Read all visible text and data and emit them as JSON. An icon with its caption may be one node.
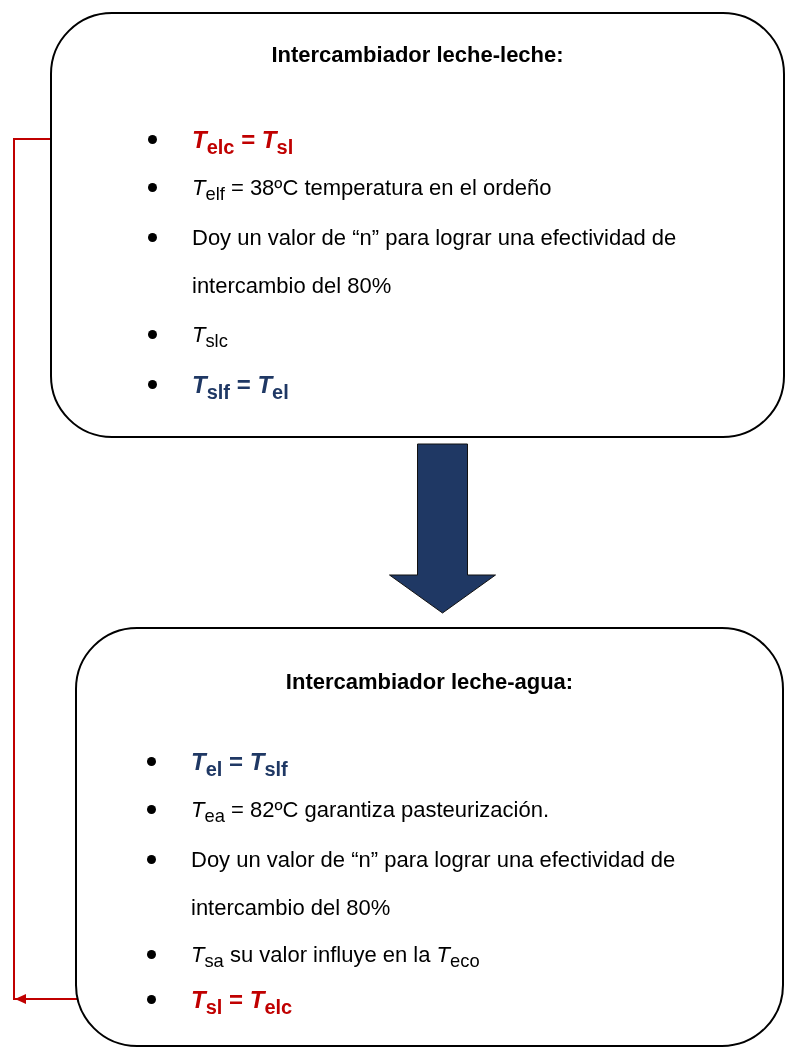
{
  "diagram": {
    "nodes": [
      {
        "text": [
          "Intercambiador leche-leche:"
        ]
      },
      {
        "text": [
          "*T*$_{elc}$ = *T*$_{sl}$"
        ],
        "in": 0
      },
      {
        "text": [
          "*T*$_{elf}$ = 38ºC temperatura en el ordeño"
        ],
        "in": 0
      },
      {
        "text": [
          "Doy un valor de “n” para lograr una efectividad de intercambio del 80%"
        ],
        "in": 0
      },
      {
        "text": [
          "*T*$_{slc}$"
        ],
        "in": 0
      },
      {
        "text": [
          "*T*$_{slf}$ = *T*$_{el}$"
        ],
        "in": 0
      },
      {
        "text": [
          "Intercambiador leche-agua:"
        ]
      },
      {
        "text": [
          "*T*$_{el}$ = *T*$_{slf}$"
        ],
        "in": 6
      },
      {
        "text": [
          "*T*$_{ea}$ = 82ºC garantiza pasteurización."
        ],
        "in": 6
      },
      {
        "text": [
          "Doy un valor de “n” para lograr una efectividad de intercambio del 80%"
        ],
        "in": 6
      },
      {
        "text": [
          "*T*$_{sa}$ su valor influye en la *T*$_{eco}$"
        ],
        "in": 6
      },
      {
        "text": [
          "*T*$_{sl}$ = *T*$_{elc}$"
        ],
        "in": 6
      }
    ],
    "edges": [
      {
        "from": 0,
        "to": 6,
        "arrow": "to",
        "style": "thick",
        "color": "#1f3864"
      },
      {
        "from": 11,
        "to": 1,
        "arrow": "to",
        "color": "#c00000"
      }
    ]
  }
}
